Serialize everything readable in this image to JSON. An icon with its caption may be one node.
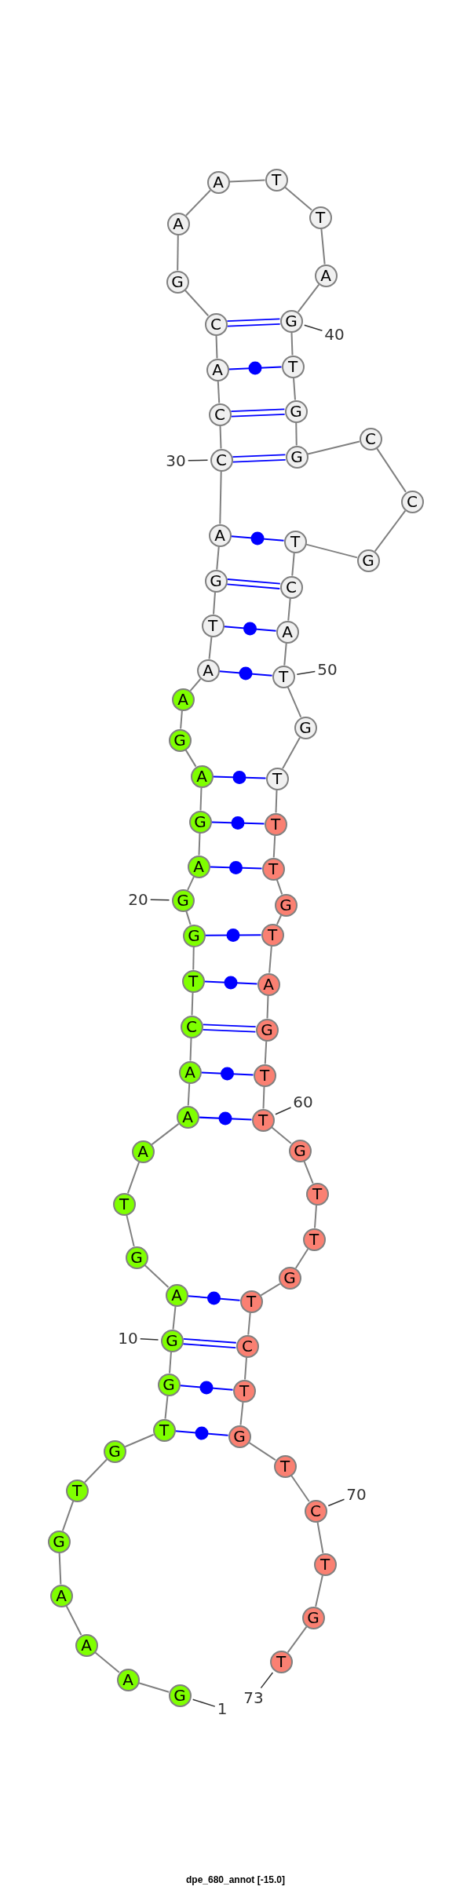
{
  "diagram": {
    "caption": "dpe_680_annot [-15.0]",
    "nodes": [
      {
        "text": [
          "G"
        ]
      },
      {
        "text": [
          "A"
        ]
      },
      {
        "text": [
          "A"
        ]
      },
      {
        "text": [
          "A"
        ]
      },
      {
        "text": [
          "G"
        ]
      },
      {
        "text": [
          "T"
        ]
      },
      {
        "text": [
          "G"
        ]
      },
      {
        "text": [
          "T"
        ]
      },
      {
        "text": [
          "G"
        ]
      },
      {
        "text": [
          "G"
        ]
      },
      {
        "text": [
          "A"
        ]
      },
      {
        "text": [
          "G"
        ]
      },
      {
        "text": [
          "T"
        ]
      },
      {
        "text": [
          "A"
        ]
      },
      {
        "text": [
          "A"
        ]
      },
      {
        "text": [
          "A"
        ]
      },
      {
        "text": [
          "C"
        ]
      },
      {
        "text": [
          "T"
        ]
      },
      {
        "text": [
          "G"
        ]
      },
      {
        "text": [
          "G"
        ]
      },
      {
        "text": [
          "A"
        ]
      },
      {
        "text": [
          "G"
        ]
      },
      {
        "text": [
          "A"
        ]
      },
      {
        "text": [
          "G"
        ]
      },
      {
        "text": [
          "A"
        ]
      },
      {
        "text": [
          "A"
        ]
      },
      {
        "text": [
          "T"
        ]
      },
      {
        "text": [
          "G"
        ]
      },
      {
        "text": [
          "A"
        ]
      },
      {
        "text": [
          "C"
        ]
      },
      {
        "text": [
          "C"
        ]
      },
      {
        "text": [
          "A"
        ]
      },
      {
        "text": [
          "C"
        ]
      },
      {
        "text": [
          "G"
        ]
      },
      {
        "text": [
          "A"
        ]
      },
      {
        "text": [
          "A"
        ]
      },
      {
        "text": [
          "T"
        ]
      },
      {
        "text": [
          "T"
        ]
      },
      {
        "text": [
          "A"
        ]
      },
      {
        "text": [
          "G"
        ]
      },
      {
        "text": [
          "T"
        ]
      },
      {
        "text": [
          "G"
        ]
      },
      {
        "text": [
          "G"
        ]
      },
      {
        "text": [
          "C"
        ]
      },
      {
        "text": [
          "C"
        ]
      },
      {
        "text": [
          "G"
        ]
      },
      {
        "text": [
          "T"
        ]
      },
      {
        "text": [
          "C"
        ]
      },
      {
        "text": [
          "A"
        ]
      },
      {
        "text": [
          "T"
        ]
      },
      {
        "text": [
          "G"
        ]
      },
      {
        "text": [
          "T"
        ]
      },
      {
        "text": [
          "T"
        ]
      },
      {
        "text": [
          "T"
        ]
      },
      {
        "text": [
          "G"
        ]
      },
      {
        "text": [
          "T"
        ]
      },
      {
        "text": [
          "A"
        ]
      },
      {
        "text": [
          "G"
        ]
      },
      {
        "text": [
          "T"
        ]
      },
      {
        "text": [
          "T"
        ]
      },
      {
        "text": [
          "G"
        ]
      },
      {
        "text": [
          "T"
        ]
      },
      {
        "text": [
          "T"
        ]
      },
      {
        "text": [
          "G"
        ]
      },
      {
        "text": [
          "T"
        ]
      },
      {
        "text": [
          "C"
        ]
      },
      {
        "text": [
          "T"
        ]
      },
      {
        "text": [
          "G"
        ]
      },
      {
        "text": [
          "T"
        ]
      },
      {
        "text": [
          "C"
        ]
      },
      {
        "text": [
          "T"
        ]
      },
      {
        "text": [
          "G"
        ]
      },
      {
        "text": [
          "T"
        ]
      },
      {
        "text": [
          "1"
        ]
      },
      {
        "text": [
          "10"
        ]
      },
      {
        "text": [
          "20"
        ]
      },
      {
        "text": [
          "30"
        ]
      },
      {
        "text": [
          "40"
        ]
      },
      {
        "text": [
          "50"
        ]
      },
      {
        "text": [
          "60"
        ]
      },
      {
        "text": [
          "70"
        ]
      },
      {
        "text": [
          "73"
        ]
      }
    ],
    "edges": [
      {
        "from": 0,
        "to": 1,
        "arrow": "none"
      },
      {
        "from": 1,
        "to": 2,
        "arrow": "none"
      },
      {
        "from": 2,
        "to": 3,
        "arrow": "none"
      },
      {
        "from": 3,
        "to": 4,
        "arrow": "none"
      },
      {
        "from": 4,
        "to": 5,
        "arrow": "none"
      },
      {
        "from": 5,
        "to": 6,
        "arrow": "none"
      },
      {
        "from": 6,
        "to": 7,
        "arrow": "none"
      },
      {
        "from": 7,
        "to": 8,
        "arrow": "none"
      },
      {
        "from": 8,
        "to": 9,
        "arrow": "none"
      },
      {
        "from": 9,
        "to": 10,
        "arrow": "none"
      },
      {
        "from": 10,
        "to": 11,
        "arrow": "none"
      },
      {
        "from": 11,
        "to": 12,
        "arrow": "none"
      },
      {
        "from": 12,
        "to": 13,
        "arrow": "none"
      },
      {
        "from": 13,
        "to": 14,
        "arrow": "none"
      },
      {
        "from": 14,
        "to": 15,
        "arrow": "none"
      },
      {
        "from": 15,
        "to": 16,
        "arrow": "none"
      },
      {
        "from": 16,
        "to": 17,
        "arrow": "none"
      },
      {
        "from": 17,
        "to": 18,
        "arrow": "none"
      },
      {
        "from": 18,
        "to": 19,
        "arrow": "none"
      },
      {
        "from": 19,
        "to": 20,
        "arrow": "none"
      },
      {
        "from": 20,
        "to": 21,
        "arrow": "none"
      },
      {
        "from": 21,
        "to": 22,
        "arrow": "none"
      },
      {
        "from": 22,
        "to": 23,
        "arrow": "none"
      },
      {
        "from": 23,
        "to": 24,
        "arrow": "none"
      },
      {
        "from": 24,
        "to": 25,
        "arrow": "none"
      },
      {
        "from": 25,
        "to": 26,
        "arrow": "none"
      },
      {
        "from": 26,
        "to": 27,
        "arrow": "none"
      },
      {
        "from": 27,
        "to": 28,
        "arrow": "none"
      },
      {
        "from": 28,
        "to": 29,
        "arrow": "none"
      },
      {
        "from": 29,
        "to": 30,
        "arrow": "none"
      },
      {
        "from": 30,
        "to": 31,
        "arrow": "none"
      },
      {
        "from": 31,
        "to": 32,
        "arrow": "none"
      },
      {
        "from": 32,
        "to": 33,
        "arrow": "none"
      },
      {
        "from": 33,
        "to": 34,
        "arrow": "none"
      },
      {
        "from": 34,
        "to": 35,
        "arrow": "none"
      },
      {
        "from": 35,
        "to": 36,
        "arrow": "none"
      },
      {
        "from": 36,
        "to": 37,
        "arrow": "none"
      },
      {
        "from": 37,
        "to": 38,
        "arrow": "none"
      },
      {
        "from": 38,
        "to": 39,
        "arrow": "none"
      },
      {
        "from": 39,
        "to": 40,
        "arrow": "none"
      },
      {
        "from": 40,
        "to": 41,
        "arrow": "none"
      },
      {
        "from": 41,
        "to": 42,
        "arrow": "none"
      },
      {
        "from": 42,
        "to": 43,
        "arrow": "none"
      },
      {
        "from": 43,
        "to": 44,
        "arrow": "none"
      },
      {
        "from": 44,
        "to": 45,
        "arrow": "none"
      },
      {
        "from": 45,
        "to": 46,
        "arrow": "none"
      },
      {
        "from": 46,
        "to": 47,
        "arrow": "none"
      },
      {
        "from": 47,
        "to": 48,
        "arrow": "none"
      },
      {
        "from": 48,
        "to": 49,
        "arrow": "none"
      },
      {
        "from": 49,
        "to": 50,
        "arrow": "none"
      },
      {
        "from": 50,
        "to": 51,
        "arrow": "none"
      },
      {
        "from": 51,
        "to": 52,
        "arrow": "none"
      },
      {
        "from": 52,
        "to": 53,
        "arrow": "none"
      },
      {
        "from": 53,
        "to": 54,
        "arrow": "none"
      },
      {
        "from": 54,
        "to": 55,
        "arrow": "none"
      },
      {
        "from": 55,
        "to": 56,
        "arrow": "none"
      },
      {
        "from": 56,
        "to": 57,
        "arrow": "none"
      },
      {
        "from": 57,
        "to": 58,
        "arrow": "none"
      },
      {
        "from": 58,
        "to": 59,
        "arrow": "none"
      },
      {
        "from": 59,
        "to": 60,
        "arrow": "none"
      },
      {
        "from": 60,
        "to": 61,
        "arrow": "none"
      },
      {
        "from": 61,
        "to": 62,
        "arrow": "none"
      },
      {
        "from": 62,
        "to": 63,
        "arrow": "none"
      },
      {
        "from": 63,
        "to": 64,
        "arrow": "none"
      },
      {
        "from": 64,
        "to": 65,
        "arrow": "none"
      },
      {
        "from": 65,
        "to": 66,
        "arrow": "none"
      },
      {
        "from": 66,
        "to": 67,
        "arrow": "none"
      },
      {
        "from": 67,
        "to": 68,
        "arrow": "none"
      },
      {
        "from": 68,
        "to": 69,
        "arrow": "none"
      },
      {
        "from": 69,
        "to": 70,
        "arrow": "none"
      },
      {
        "from": 70,
        "to": 71,
        "arrow": "none"
      },
      {
        "from": 71,
        "to": 72,
        "arrow": "none"
      },
      {
        "from": 32,
        "to": 39,
        "arrow": "none",
        "color": "#0000ff"
      },
      {
        "from": 31,
        "to": 40,
        "arrow": "none",
        "color": "#0000ff"
      },
      {
        "from": 30,
        "to": 41,
        "arrow": "none",
        "color": "#0000ff"
      },
      {
        "from": 29,
        "to": 42,
        "arrow": "none",
        "color": "#0000ff"
      },
      {
        "from": 28,
        "to": 46,
        "arrow": "none",
        "color": "#0000ff"
      },
      {
        "from": 27,
        "to": 47,
        "arrow": "none",
        "color": "#0000ff"
      },
      {
        "from": 26,
        "to": 48,
        "arrow": "none",
        "color": "#0000ff"
      },
      {
        "from": 25,
        "to": 49,
        "arrow": "none",
        "color": "#0000ff"
      },
      {
        "from": 22,
        "to": 51,
        "arrow": "none",
        "color": "#0000ff"
      },
      {
        "from": 21,
        "to": 52,
        "arrow": "none",
        "color": "#0000ff"
      },
      {
        "from": 20,
        "to": 53,
        "arrow": "none",
        "color": "#0000ff"
      },
      {
        "from": 18,
        "to": 55,
        "arrow": "none",
        "color": "#0000ff"
      },
      {
        "from": 17,
        "to": 56,
        "arrow": "none",
        "color": "#0000ff"
      },
      {
        "from": 16,
        "to": 57,
        "arrow": "none",
        "color": "#0000ff"
      },
      {
        "from": 15,
        "to": 58,
        "arrow": "none",
        "color": "#0000ff"
      },
      {
        "from": 14,
        "to": 59,
        "arrow": "none",
        "color": "#0000ff"
      },
      {
        "from": 10,
        "to": 64,
        "arrow": "none",
        "color": "#0000ff"
      },
      {
        "from": 9,
        "to": 65,
        "arrow": "none",
        "color": "#0000ff"
      },
      {
        "from": 8,
        "to": 66,
        "arrow": "none",
        "color": "#0000ff"
      },
      {
        "from": 7,
        "to": 67,
        "arrow": "none",
        "color": "#0000ff"
      },
      {
        "from": 73,
        "to": 0,
        "arrow": "none",
        "color": "#333333"
      },
      {
        "from": 74,
        "to": 9,
        "arrow": "none",
        "color": "#333333"
      },
      {
        "from": 75,
        "to": 19,
        "arrow": "none",
        "color": "#333333"
      },
      {
        "from": 76,
        "to": 29,
        "arrow": "none",
        "color": "#333333"
      },
      {
        "from": 77,
        "to": 39,
        "arrow": "none",
        "color": "#333333"
      },
      {
        "from": 78,
        "to": 49,
        "arrow": "none",
        "color": "#333333"
      },
      {
        "from": 79,
        "to": 59,
        "arrow": "none",
        "color": "#333333"
      },
      {
        "from": 80,
        "to": 69,
        "arrow": "none",
        "color": "#333333"
      },
      {
        "from": 81,
        "to": 72,
        "arrow": "none",
        "color": "#333333"
      }
    ]
  }
}
